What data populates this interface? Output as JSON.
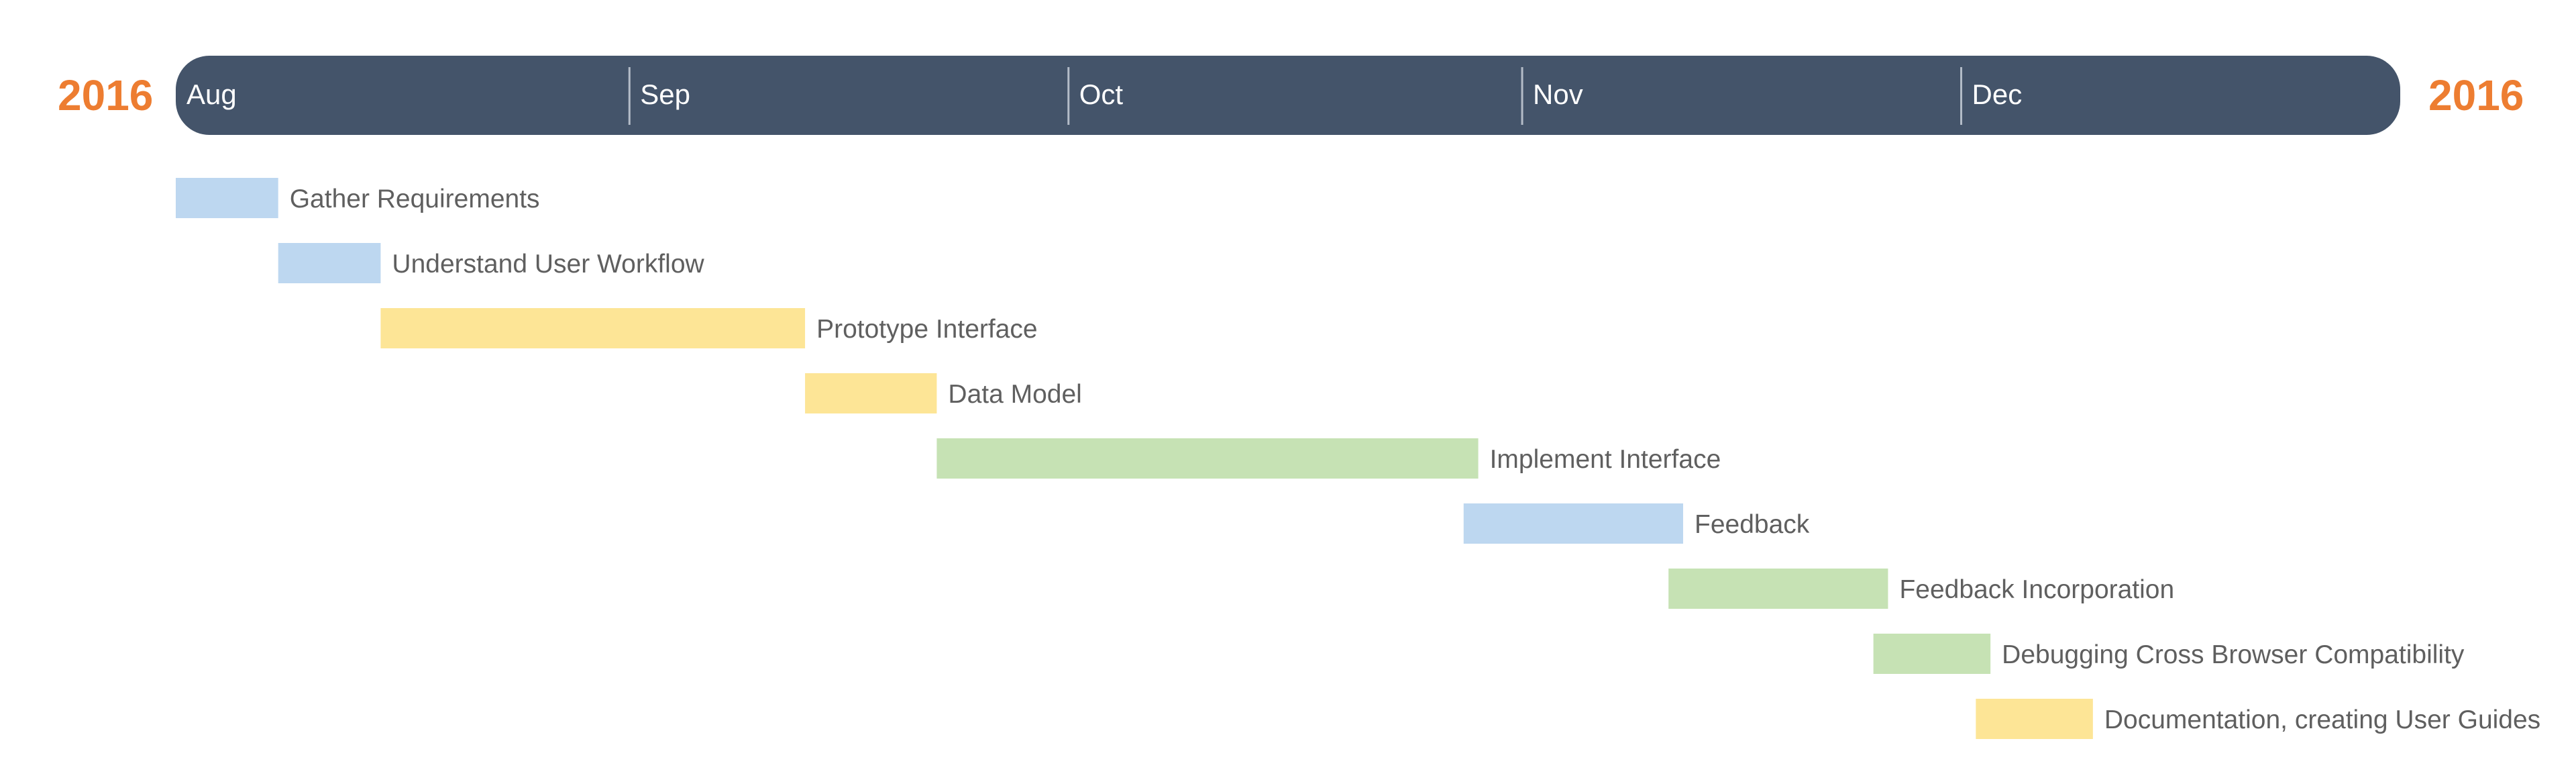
{
  "chart_data": {
    "type": "gantt",
    "year_start": "2016",
    "year_end": "2016",
    "x_axis": {
      "min": "2016-08-01",
      "max": "2016-12-31",
      "months": [
        {
          "label": "Aug",
          "date": "2016-08-01"
        },
        {
          "label": "Sep",
          "date": "2016-09-01"
        },
        {
          "label": "Oct",
          "date": "2016-10-01"
        },
        {
          "label": "Nov",
          "date": "2016-11-01"
        },
        {
          "label": "Dec",
          "date": "2016-12-01"
        }
      ]
    },
    "tasks": [
      {
        "name": "Gather Requirements",
        "start": "2016-08-01",
        "end": "2016-08-08",
        "color": "#bdd7f0"
      },
      {
        "name": "Understand User Workflow",
        "start": "2016-08-08",
        "end": "2016-08-15",
        "color": "#bdd7f0"
      },
      {
        "name": "Prototype Interface",
        "start": "2016-08-15",
        "end": "2016-09-13",
        "color": "#fde596"
      },
      {
        "name": "Data Model",
        "start": "2016-09-13",
        "end": "2016-09-22",
        "color": "#fde596"
      },
      {
        "name": "Implement Interface",
        "start": "2016-09-22",
        "end": "2016-10-29",
        "color": "#c6e2b4"
      },
      {
        "name": "Feedback",
        "start": "2016-10-28",
        "end": "2016-11-12",
        "color": "#bdd7f0"
      },
      {
        "name": "Feedback Incorporation",
        "start": "2016-11-11",
        "end": "2016-11-26",
        "color": "#c6e2b4"
      },
      {
        "name": "Debugging Cross Browser Compatibility",
        "start": "2016-11-25",
        "end": "2016-12-03",
        "color": "#c6e2b4"
      },
      {
        "name": "Documentation, creating User Guides",
        "start": "2016-12-02",
        "end": "2016-12-10",
        "color": "#fde596"
      }
    ]
  },
  "colors": {
    "axis_band": "#44546a",
    "year": "#ed7d31",
    "task_text": "#5f5f5f",
    "month_text": "#ffffff",
    "divider": "#b4bcc8"
  }
}
